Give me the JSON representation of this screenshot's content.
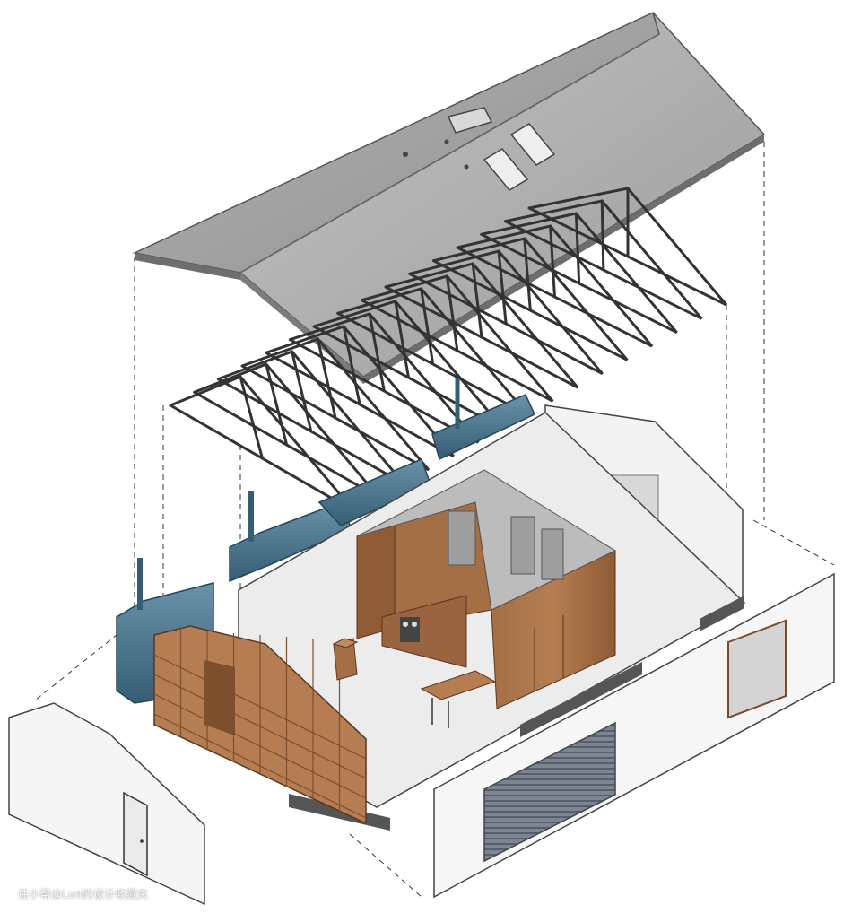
{
  "diagram": {
    "components": [
      {
        "id": "roof",
        "name": "roof-cladding-panel"
      },
      {
        "id": "skylights",
        "name": "roof-skylights"
      },
      {
        "id": "trusses",
        "name": "roof-trusses"
      },
      {
        "id": "ducts",
        "name": "hvac-ducts"
      },
      {
        "id": "walls",
        "name": "exterior-walls"
      },
      {
        "id": "core",
        "name": "timber-core-pod"
      },
      {
        "id": "kitchen",
        "name": "kitchen-counter"
      },
      {
        "id": "shelving",
        "name": "gable-bookshelf-wall"
      },
      {
        "id": "table",
        "name": "fold-out-table"
      },
      {
        "id": "stool",
        "name": "wooden-stool"
      },
      {
        "id": "garage-door",
        "name": "roller-shutter-door"
      },
      {
        "id": "door",
        "name": "side-entry-door"
      },
      {
        "id": "window",
        "name": "side-window"
      }
    ],
    "colors": {
      "roof": "#a3a3a3",
      "roof_edge": "#7a7a7a",
      "truss": "#3c3c3c",
      "duct": "#4e7890",
      "timber": "#a56f45",
      "timber_dark": "#7d4f2d",
      "wall": "#f4f4f4",
      "floor": "#e9e9e9",
      "shutter": "#6b7380"
    }
  },
  "watermark": "住小帮@Luo的设计收藏夹"
}
